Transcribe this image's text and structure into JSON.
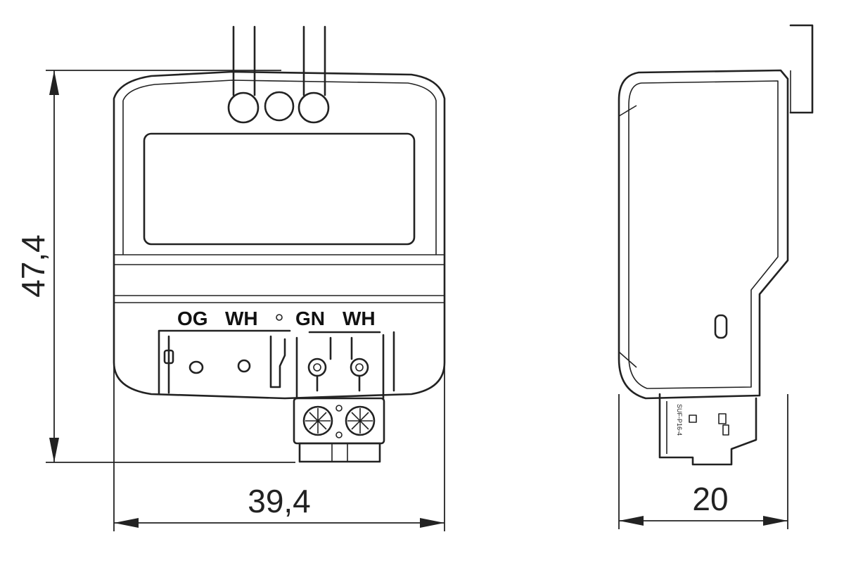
{
  "dimensions": {
    "height": "47,4",
    "width": "39,4",
    "depth": "20"
  },
  "terminal_labels": [
    "OG",
    "WH",
    "GN",
    "WH"
  ],
  "side_marking": "SUF-P16-4"
}
